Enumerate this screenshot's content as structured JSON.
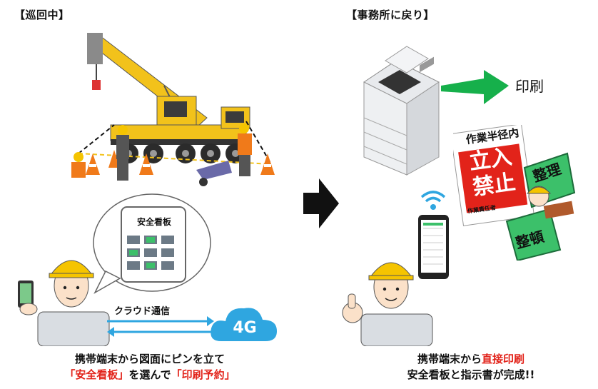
{
  "left": {
    "title": "【巡回中】",
    "network_label": "クラウド通信",
    "cloud_label": "4G",
    "app_screen_title": "安全看板",
    "caption_line1": "携帯端末から図面にピンを立て",
    "caption_line2": [
      {
        "text": "「安全看板」",
        "highlight": true
      },
      {
        "text": "を選んで",
        "highlight": false
      },
      {
        "text": "「印刷予約」",
        "highlight": true
      }
    ]
  },
  "right": {
    "title": "【事務所に戻り】",
    "print_label": "印刷",
    "sign_header": "作業半径内",
    "sign_main": [
      "立入",
      "禁止"
    ],
    "sign_footer": "作業責任者",
    "badge_1": "整理",
    "badge_2": "整頓",
    "caption_line1": [
      {
        "text": "携帯端末から",
        "highlight": false
      },
      {
        "text": "直接印刷",
        "highlight": true
      }
    ],
    "caption_line2": "安全看板と指示書が完成!!"
  },
  "colors": {
    "highlight": "#e2231a",
    "arrow_green": "#16b04b",
    "cloud_blue": "#2fa6e0",
    "helmet": "#f5c400",
    "crane": "#f2c21b",
    "cone": "#f07a1a"
  },
  "icons": [
    "crane-truck-icon",
    "worker-icon",
    "phone-icon",
    "cloud-icon",
    "printer-icon",
    "wifi-icon",
    "safety-sign-icon"
  ]
}
